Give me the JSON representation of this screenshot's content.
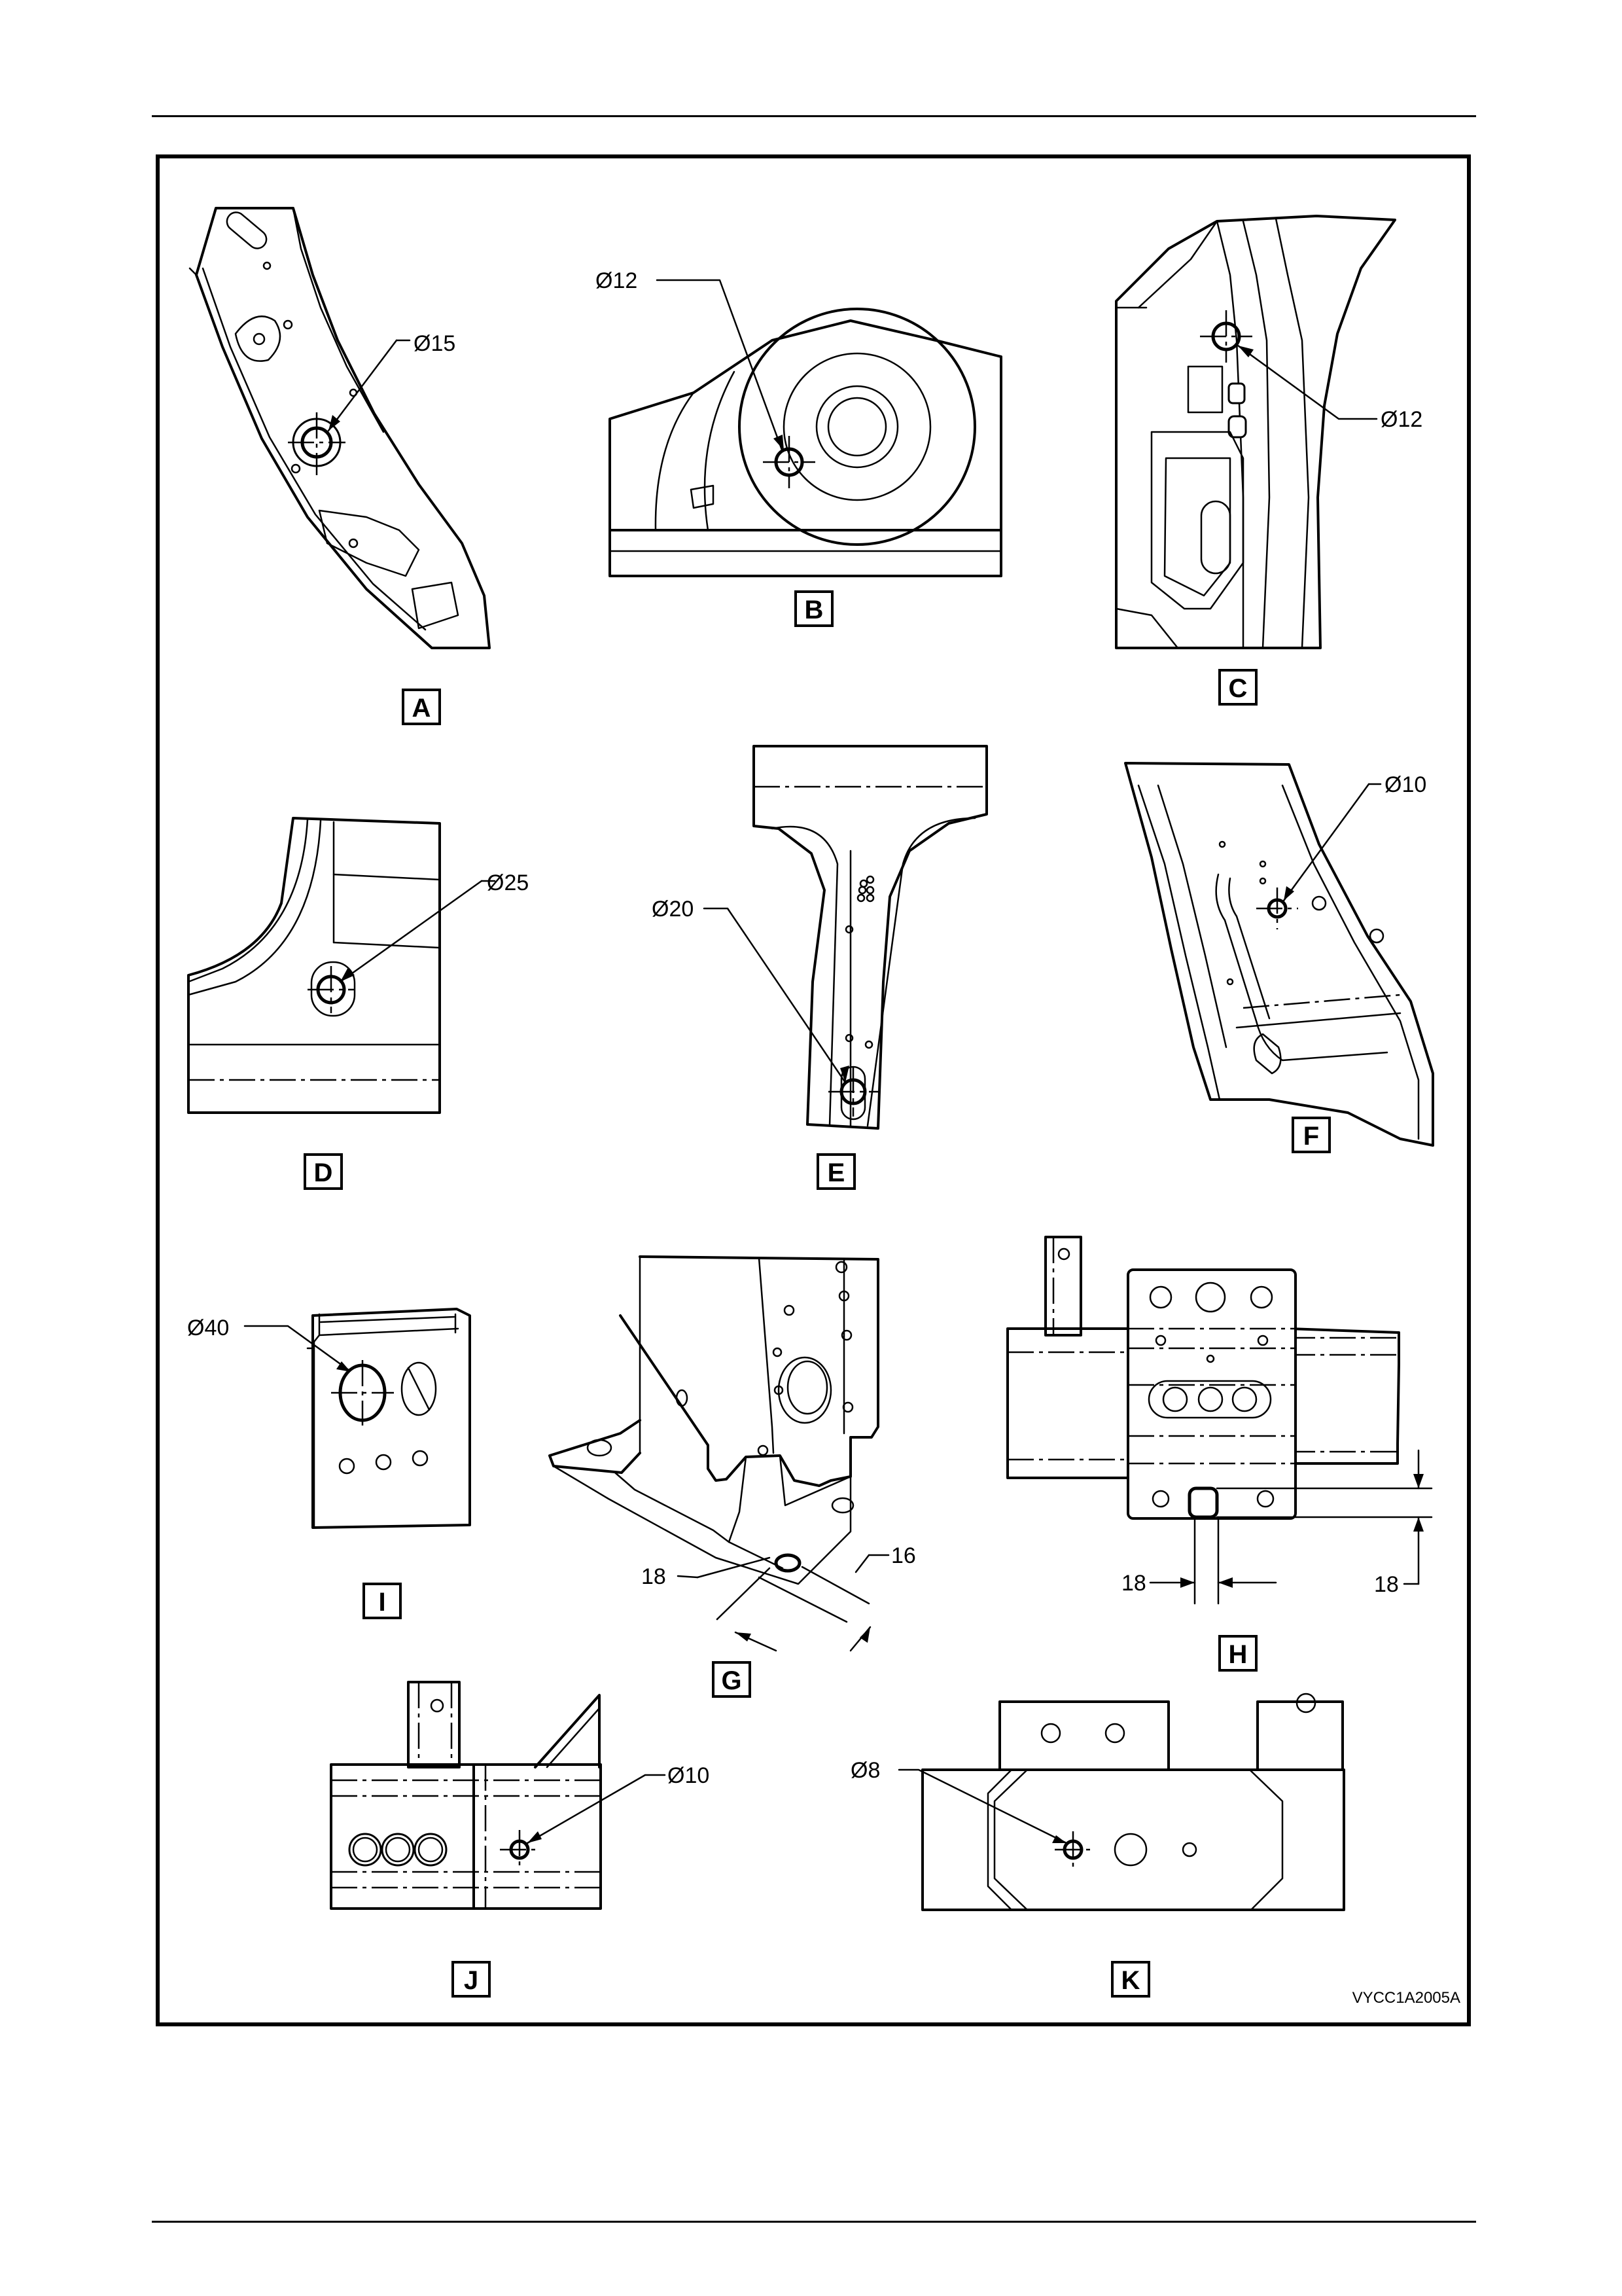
{
  "document": {
    "figure_code": "VYCC1A2005A"
  },
  "views": [
    {
      "label": "A",
      "hole": "Ø15"
    },
    {
      "label": "B",
      "hole": "Ø12"
    },
    {
      "label": "C",
      "hole": "Ø12"
    },
    {
      "label": "D",
      "hole": "Ø25"
    },
    {
      "label": "E",
      "hole": "Ø20"
    },
    {
      "label": "F",
      "hole": "Ø10"
    },
    {
      "label": "I",
      "hole": "Ø40"
    },
    {
      "label": "G",
      "dims": [
        "18",
        "16"
      ]
    },
    {
      "label": "H",
      "dims": [
        "18",
        "18"
      ]
    },
    {
      "label": "J",
      "hole": "Ø10"
    },
    {
      "label": "K",
      "hole": "Ø8"
    }
  ],
  "colors": {
    "ink": "#000000",
    "paper": "#ffffff"
  }
}
